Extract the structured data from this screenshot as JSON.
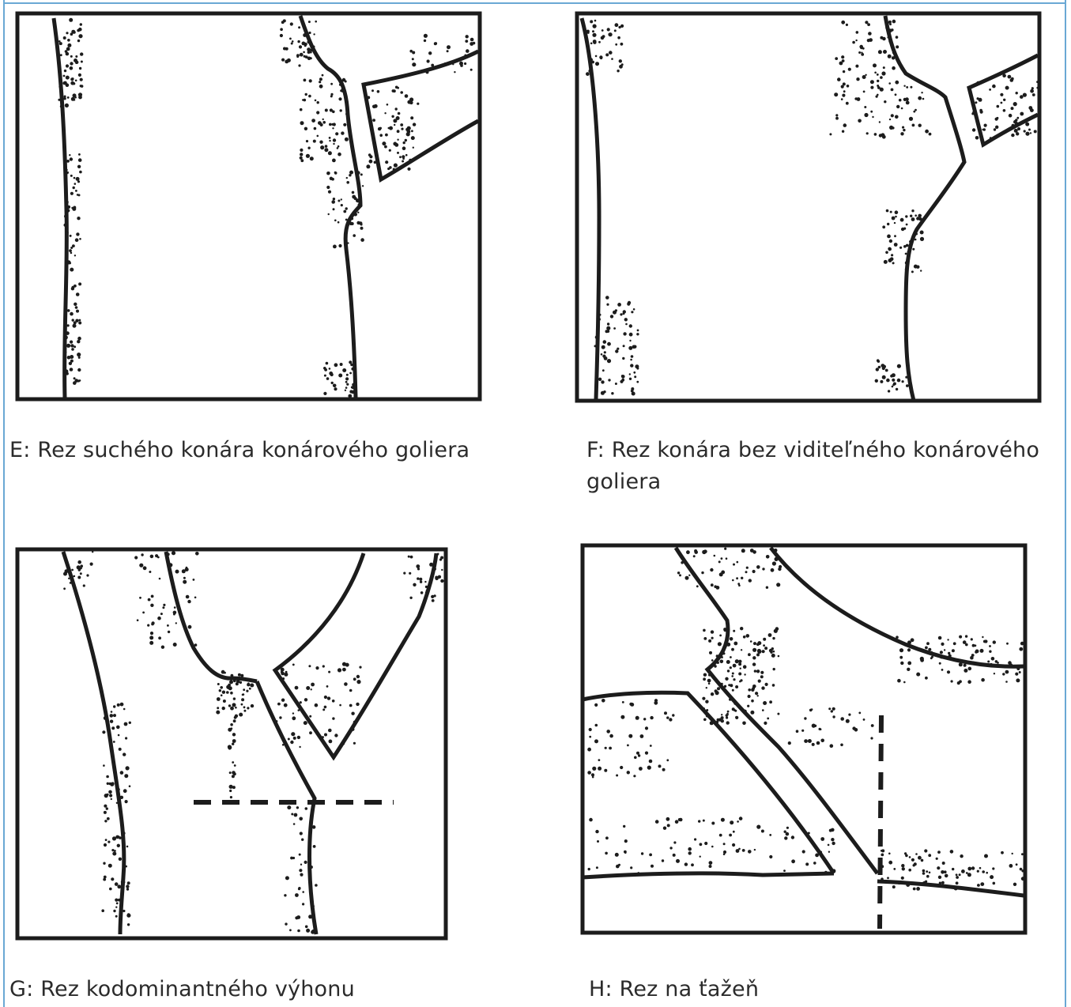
{
  "colors": {
    "ink": "#1c1c1c",
    "text": "#2b2b2b",
    "border": "#6aa8d4"
  },
  "panels": [
    {
      "id": "E",
      "caption": "E: Rez suchého konára konárového goliera"
    },
    {
      "id": "F",
      "caption": "F: Rez konára bez viditeľného konárového goliera"
    },
    {
      "id": "G",
      "caption": "G: Rez kodominantného výhonu"
    },
    {
      "id": "H",
      "caption": "H: Rez na ťažeň"
    }
  ]
}
